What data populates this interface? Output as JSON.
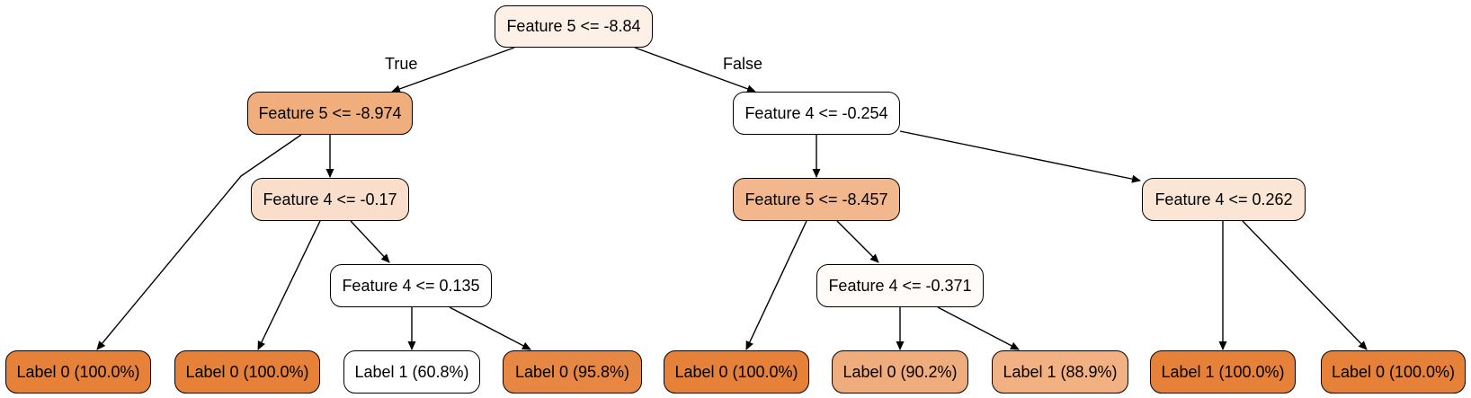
{
  "nodes": [
    {
      "id": "n0",
      "label": "Feature 5 <= -8.84",
      "fill": "#fdf0e6"
    },
    {
      "id": "n1",
      "label": "Feature 5 <= -8.974",
      "fill": "#f0ae7d"
    },
    {
      "id": "n2",
      "label": "Feature 4 <= -0.254",
      "fill": "#ffffff"
    },
    {
      "id": "n3",
      "label": "Feature 4 <= -0.17",
      "fill": "#f9dfcb"
    },
    {
      "id": "n4",
      "label": "Feature 5 <= -8.457",
      "fill": "#f2b78d"
    },
    {
      "id": "n5",
      "label": "Feature 4 <= 0.262",
      "fill": "#fbe6d6"
    },
    {
      "id": "n6",
      "label": "Feature 4 <= 0.135",
      "fill": "#ffffff"
    },
    {
      "id": "n7",
      "label": "Feature 4 <= -0.371",
      "fill": "#fefbf8"
    },
    {
      "id": "l0",
      "label": "Label 0 (100.0%)",
      "fill": "#e58139"
    },
    {
      "id": "l1",
      "label": "Label 0 (100.0%)",
      "fill": "#e58139"
    },
    {
      "id": "l2",
      "label": "Label 1 (60.8%)",
      "fill": "#ffffff"
    },
    {
      "id": "l3",
      "label": "Label 0 (95.8%)",
      "fill": "#e68843"
    },
    {
      "id": "l4",
      "label": "Label 0 (100.0%)",
      "fill": "#e58139"
    },
    {
      "id": "l5",
      "label": "Label 0 (90.2%)",
      "fill": "#efad7d"
    },
    {
      "id": "l6",
      "label": "Label 1 (88.9%)",
      "fill": "#f1b183"
    },
    {
      "id": "l7",
      "label": "Label 1 (100.0%)",
      "fill": "#e58139"
    },
    {
      "id": "l8",
      "label": "Label 0 (100.0%)",
      "fill": "#e58139"
    }
  ],
  "edge_labels": {
    "true": "True",
    "false": "False"
  }
}
